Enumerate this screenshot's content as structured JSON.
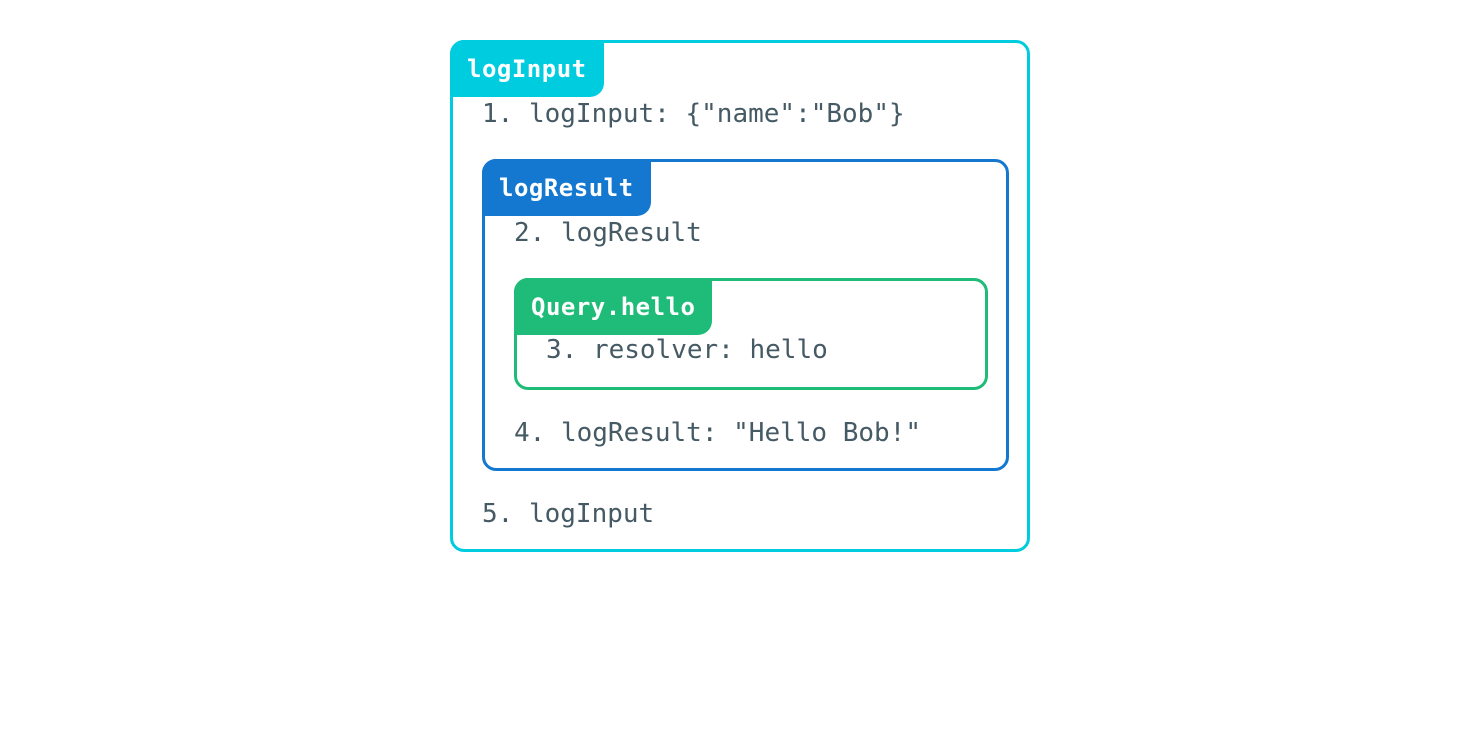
{
  "diagram": {
    "title": "logInput",
    "outer_block": {
      "label": "logInput",
      "color": "#00CCE0",
      "lines_before": [
        "1. logInput: {\"name\":\"Bob\"}"
      ],
      "lines_after": [
        "5. logInput"
      ],
      "child": {
        "label": "logResult",
        "color": "#1478D0",
        "lines_before": [
          "2. logResult"
        ],
        "lines_after": [
          "4. logResult: \"Hello Bob!\""
        ],
        "child": {
          "label": "Query.hello",
          "color": "#1EBC78",
          "lines": [
            "3. resolver: hello"
          ]
        }
      }
    },
    "colors": {
      "cyan": "#00CCE0",
      "blue": "#1478D0",
      "green": "#1EBC78",
      "text": "#455A64",
      "label_text": "#FFFFFF",
      "background": "#FFFFFF"
    }
  }
}
